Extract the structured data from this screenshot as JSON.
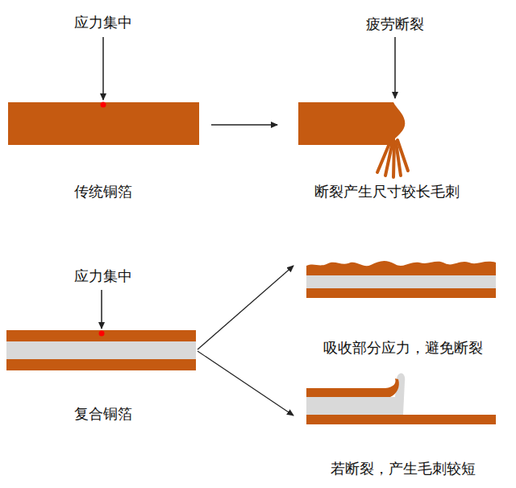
{
  "diagram": {
    "labels": [
      "应力集中",
      "疲劳断裂",
      "传统铜箔",
      "断裂产生尺寸较长毛刺",
      "应力集中",
      "吸收部分应力，避免断裂",
      "复合铜箔",
      "若断裂，产生毛刺较短"
    ]
  }
}
